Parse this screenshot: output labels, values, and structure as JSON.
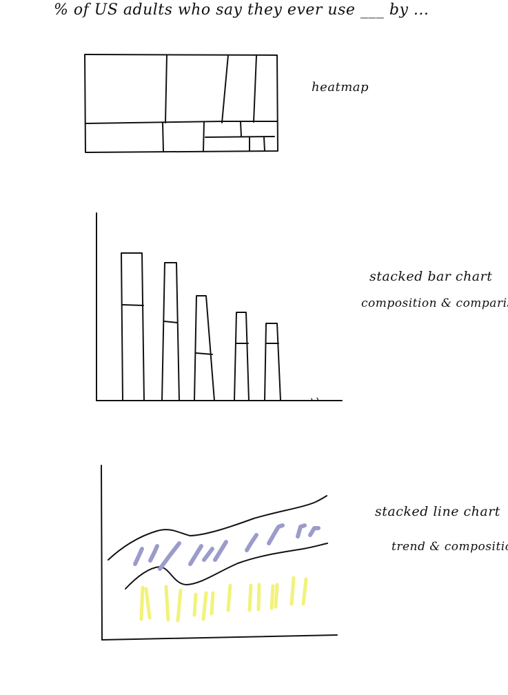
{
  "title": "% of US adults who say they ever use ___ by ...",
  "sketches": [
    {
      "id": "heatmap",
      "notes": [
        "heatmap"
      ]
    },
    {
      "id": "stacked-bar",
      "notes": [
        "stacked bar chart",
        "composition & comparison"
      ]
    },
    {
      "id": "stacked-line",
      "notes": [
        "stacked line chart",
        "trend & composition"
      ]
    }
  ],
  "colors": {
    "ink": "#111111",
    "lavender": "#9b9ccb",
    "yellow": "#f2f27a"
  }
}
